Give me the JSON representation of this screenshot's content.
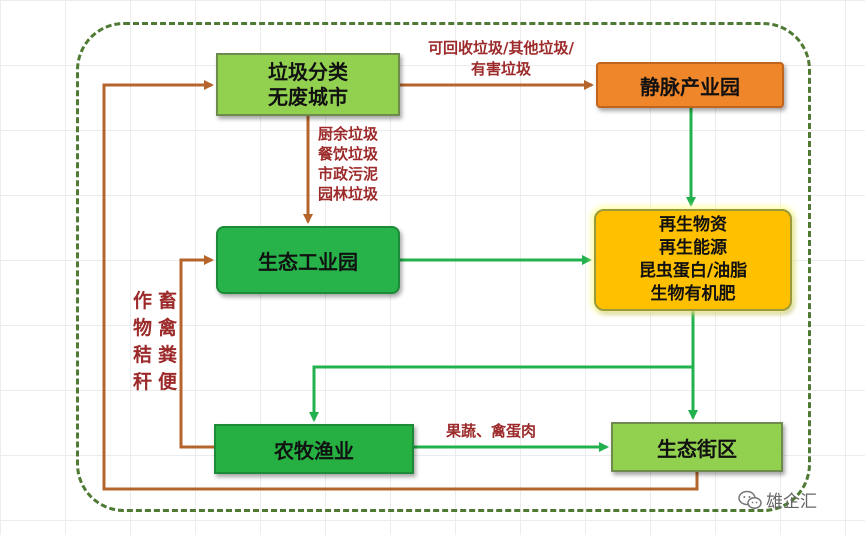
{
  "nodes": {
    "waste_city": "垃圾分类\n无废城市",
    "venous_park": "静脉产业园",
    "eco_industrial_park": "生态工业园",
    "products": "再生物资\n再生能源\n昆虫蛋白/油脂\n生物有机肥",
    "agri_fishery": "农牧渔业",
    "eco_street": "生态街区"
  },
  "labels": {
    "recyclable": "可回收垃圾/其他垃圾/\n有害垃圾",
    "kitchen_waste": "厨余垃圾\n餐饮垃圾\n市政污泥\n园林垃圾",
    "straw": "作\n物\n秸\n秆",
    "manure": "畜\n禽\n粪\n便",
    "fruits": "果蔬、禽蛋肉"
  },
  "watermark": {
    "icon": "wechat-icon",
    "text": "雄企汇"
  },
  "colors": {
    "frame": "#4e7a33",
    "arrow_brown": "#b5652b",
    "arrow_green": "#22b14c",
    "label_red": "#9c2a2a"
  }
}
